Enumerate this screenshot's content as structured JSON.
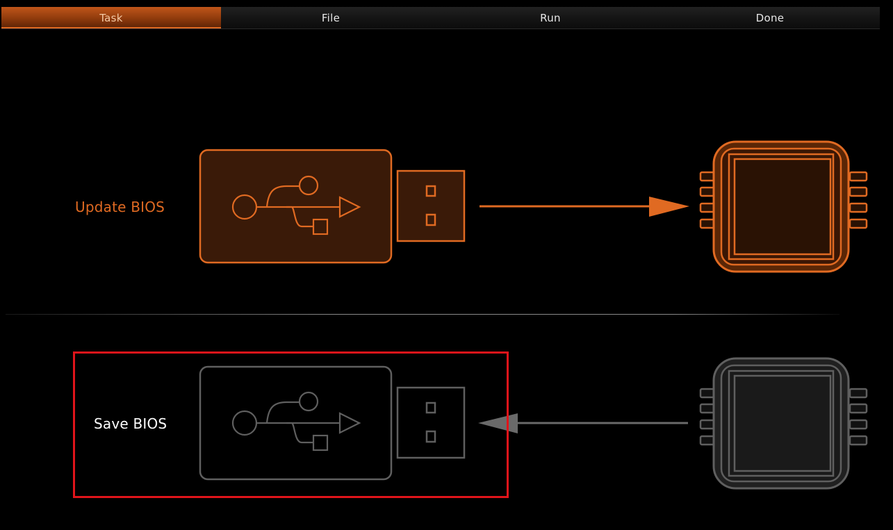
{
  "tabs": [
    {
      "label": "Task",
      "active": true
    },
    {
      "label": "File",
      "active": false
    },
    {
      "label": "Run",
      "active": false
    },
    {
      "label": "Done",
      "active": false
    }
  ],
  "options": {
    "update": {
      "label": "Update BIOS",
      "direction": "usb-to-chip",
      "selected": true,
      "icons": [
        "usb-drive-icon",
        "usb-symbol-icon",
        "arrow-right-icon",
        "bios-chip-icon"
      ]
    },
    "save": {
      "label": "Save BIOS",
      "direction": "chip-to-usb",
      "selected": false,
      "focused": true,
      "icons": [
        "usb-drive-icon",
        "usb-symbol-icon",
        "arrow-left-icon",
        "bios-chip-icon"
      ]
    }
  },
  "colors": {
    "accent": "#e06a22",
    "accent_fill": "#3a1a08",
    "inactive_stroke": "#5f5f5f",
    "inactive_fill": "#1a1a1a",
    "focus_outline": "#e0141a",
    "background": "#000000"
  }
}
